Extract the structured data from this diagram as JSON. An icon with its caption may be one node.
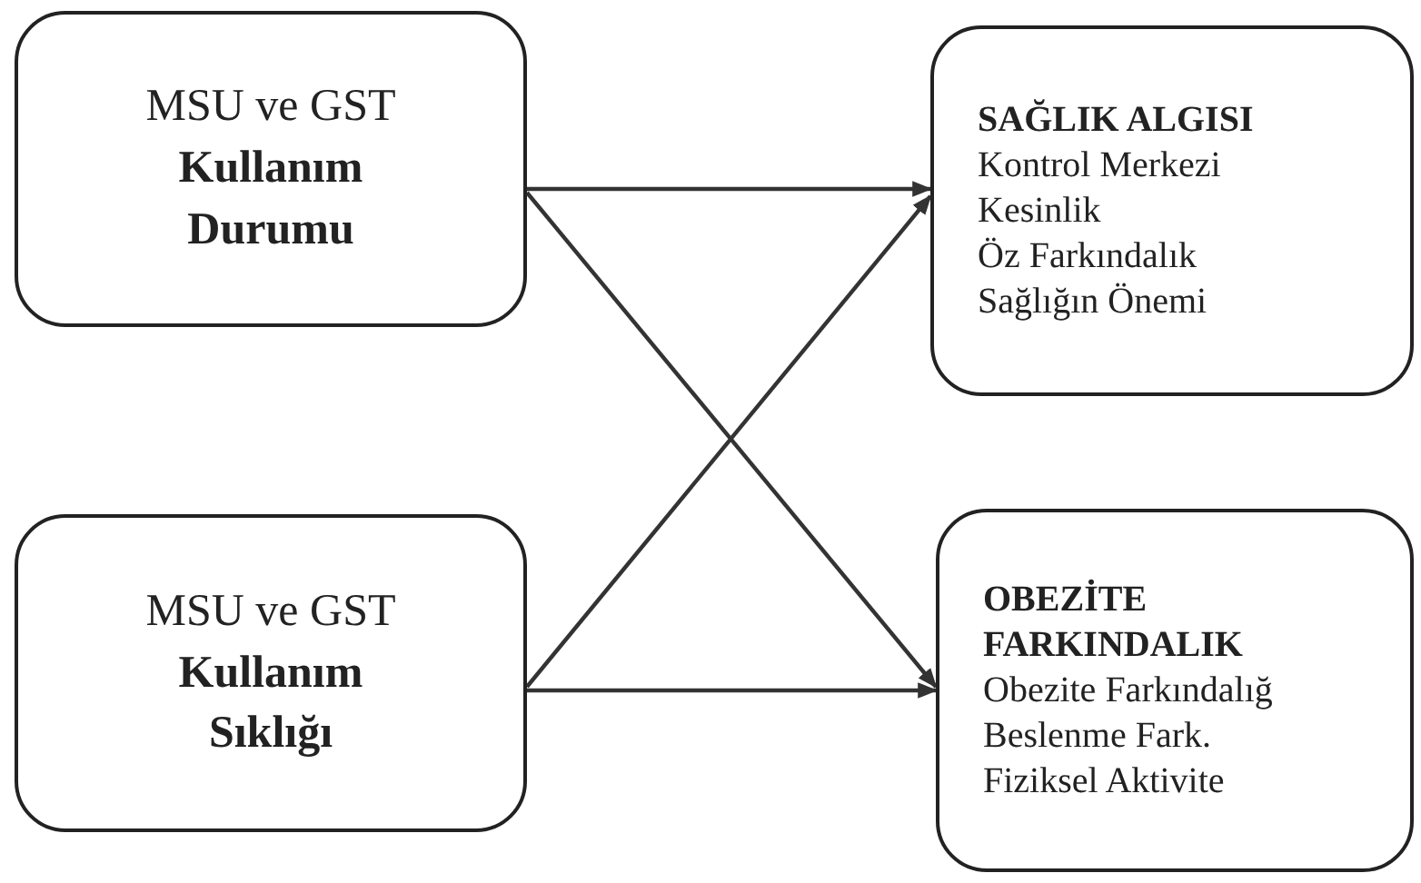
{
  "diagram": {
    "nodes": [
      {
        "text": [
          "MSU ve GST",
          "Kullanım Durumu"
        ]
      },
      {
        "text": [
          "MSU ve GST",
          "Kullanım Sıklığı"
        ]
      },
      {
        "text": [
          "SAĞLIK ALGISI",
          "Kontrol Merkezi",
          "Kesinlik",
          "Öz Farkındalık",
          "Sağlığın Önemi"
        ]
      },
      {
        "text": [
          "OBEZİTE FARKINDALIK",
          "Obezite Farkındalığ",
          "Beslenme Fark.",
          "Fiziksel Aktivite"
        ]
      }
    ],
    "edges": [
      {
        "from": 0,
        "to": 2,
        "arrow": "to"
      },
      {
        "from": 0,
        "to": 3,
        "arrow": "to"
      },
      {
        "from": 1,
        "to": 2,
        "arrow": "to"
      },
      {
        "from": 1,
        "to": 3,
        "arrow": "to"
      }
    ]
  }
}
